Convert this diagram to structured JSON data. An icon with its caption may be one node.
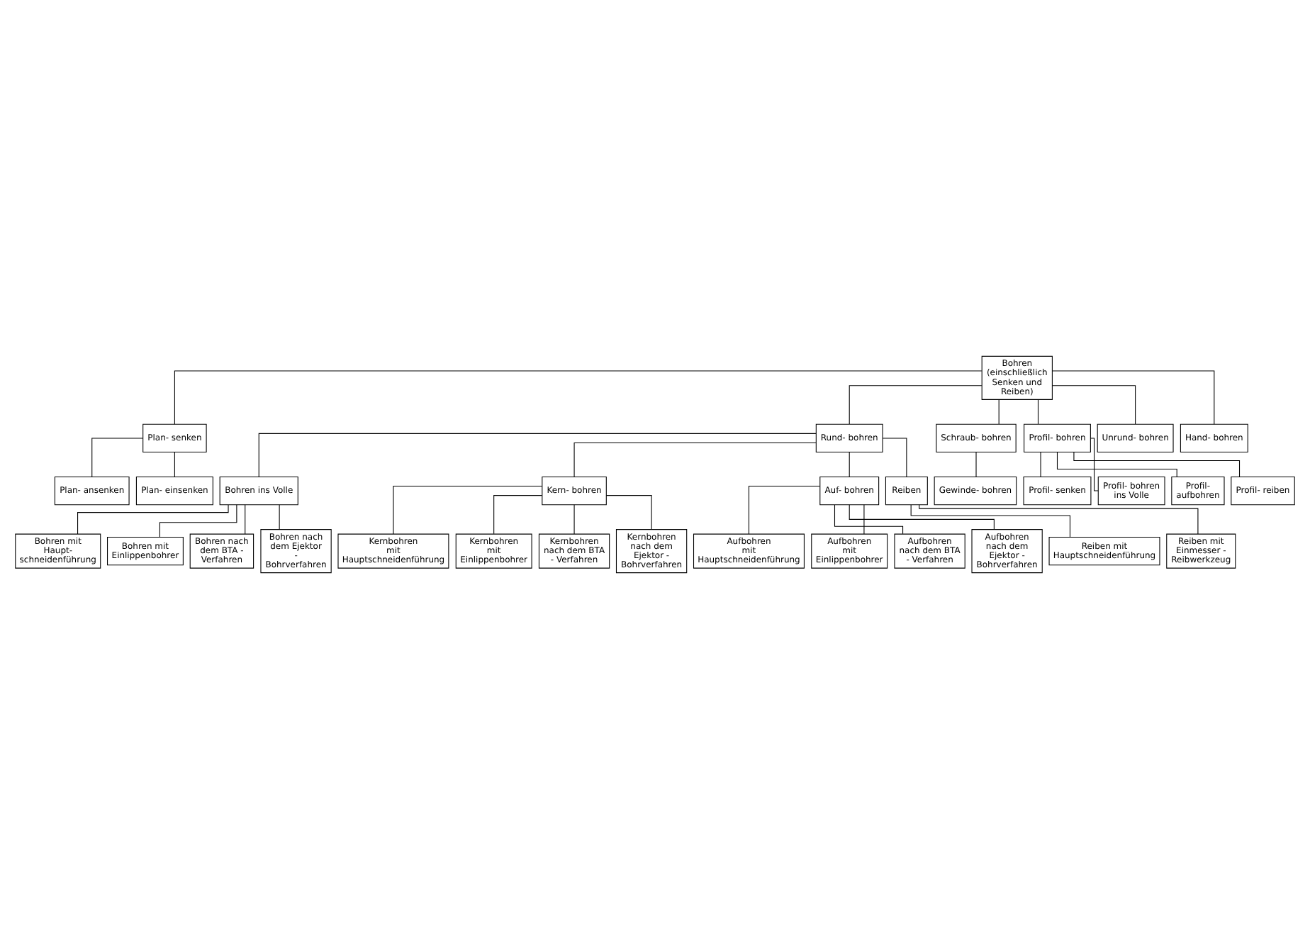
{
  "diagram": {
    "nodes": [
      {
        "text": [
          "Bohren",
          "(einschließlich Senken und Reiben)"
        ]
      },
      {
        "text": [
          "Plan- senken"
        ]
      },
      {
        "text": [
          "Rund- bohren"
        ]
      },
      {
        "text": [
          "Schraub- bohren"
        ]
      },
      {
        "text": [
          "Profil- bohren"
        ]
      },
      {
        "text": [
          "Unrund- bohren"
        ]
      },
      {
        "text": [
          "Hand- bohren"
        ]
      },
      {
        "text": [
          "Plan- ansenken"
        ]
      },
      {
        "text": [
          "Plan- einsenken"
        ]
      },
      {
        "text": [
          "Bohren ins Volle"
        ]
      },
      {
        "text": [
          "Kern- bohren"
        ]
      },
      {
        "text": [
          "Auf- bohren"
        ]
      },
      {
        "text": [
          "Reiben"
        ]
      },
      {
        "text": [
          "Gewinde- bohren"
        ]
      },
      {
        "text": [
          "Profil- senken"
        ]
      },
      {
        "text": [
          "Profil- bohren ins Volle"
        ]
      },
      {
        "text": [
          "Profil- aufbohren"
        ]
      },
      {
        "text": [
          "Profil- reiben"
        ]
      },
      {
        "text": [
          "Bohren mit Haupt- schneidenführung"
        ]
      },
      {
        "text": [
          "Bohren mit Einlippenbohrer"
        ]
      },
      {
        "text": [
          "Bohren nach dem BTA - Verfahren"
        ]
      },
      {
        "text": [
          "Bohren nach dem Ejektor - Bohrverfahren"
        ]
      },
      {
        "text": [
          "Kernbohren mit Hauptschneidenführung"
        ]
      },
      {
        "text": [
          "Kernbohren mit Einlippenbohrer"
        ]
      },
      {
        "text": [
          "Kernbohren nach dem BTA - Verfahren"
        ]
      },
      {
        "text": [
          "Kernbohren nach dem Ejektor - Bohrverfahren"
        ]
      },
      {
        "text": [
          "Aufbohren mit Hauptschneidenführung"
        ]
      },
      {
        "text": [
          "Aufbohren mit Einlippenbohrer"
        ]
      },
      {
        "text": [
          "Aufbohren nach dem BTA - Verfahren"
        ]
      },
      {
        "text": [
          "Aufbohren nach dem Ejektor - Bohrverfahren"
        ]
      },
      {
        "text": [
          "Reiben mit Hauptschneidenführung"
        ]
      },
      {
        "text": [
          "Reiben mit Einmesser - Reibwerkzeug"
        ]
      }
    ],
    "edges": [
      {
        "from": 0,
        "to": 1,
        "arrow": "none"
      },
      {
        "from": 0,
        "to": 2,
        "arrow": "none"
      },
      {
        "from": 0,
        "to": 3,
        "arrow": "none"
      },
      {
        "from": 0,
        "to": 4,
        "arrow": "none"
      },
      {
        "from": 0,
        "to": 5,
        "arrow": "none"
      },
      {
        "from": 0,
        "to": 6,
        "arrow": "none"
      },
      {
        "from": 1,
        "to": 7,
        "arrow": "none"
      },
      {
        "from": 1,
        "to": 8,
        "arrow": "none"
      },
      {
        "from": 2,
        "to": 9,
        "arrow": "none"
      },
      {
        "from": 2,
        "to": 10,
        "arrow": "none"
      },
      {
        "from": 2,
        "to": 11,
        "arrow": "none"
      },
      {
        "from": 2,
        "to": 12,
        "arrow": "none"
      },
      {
        "from": 3,
        "to": 13,
        "arrow": "none"
      },
      {
        "from": 4,
        "to": 14,
        "arrow": "none"
      },
      {
        "from": 4,
        "to": 15,
        "arrow": "none"
      },
      {
        "from": 4,
        "to": 16,
        "arrow": "none"
      },
      {
        "from": 4,
        "to": 17,
        "arrow": "none"
      },
      {
        "from": 9,
        "to": 18,
        "arrow": "none"
      },
      {
        "from": 9,
        "to": 19,
        "arrow": "none"
      },
      {
        "from": 9,
        "to": 20,
        "arrow": "none"
      },
      {
        "from": 9,
        "to": 21,
        "arrow": "none"
      },
      {
        "from": 10,
        "to": 22,
        "arrow": "none"
      },
      {
        "from": 10,
        "to": 23,
        "arrow": "none"
      },
      {
        "from": 10,
        "to": 24,
        "arrow": "none"
      },
      {
        "from": 10,
        "to": 25,
        "arrow": "none"
      },
      {
        "from": 11,
        "to": 26,
        "arrow": "none"
      },
      {
        "from": 11,
        "to": 27,
        "arrow": "none"
      },
      {
        "from": 11,
        "to": 28,
        "arrow": "none"
      },
      {
        "from": 11,
        "to": 29,
        "arrow": "none"
      },
      {
        "from": 12,
        "to": 30,
        "arrow": "none"
      },
      {
        "from": 12,
        "to": 31,
        "arrow": "none"
      }
    ]
  }
}
